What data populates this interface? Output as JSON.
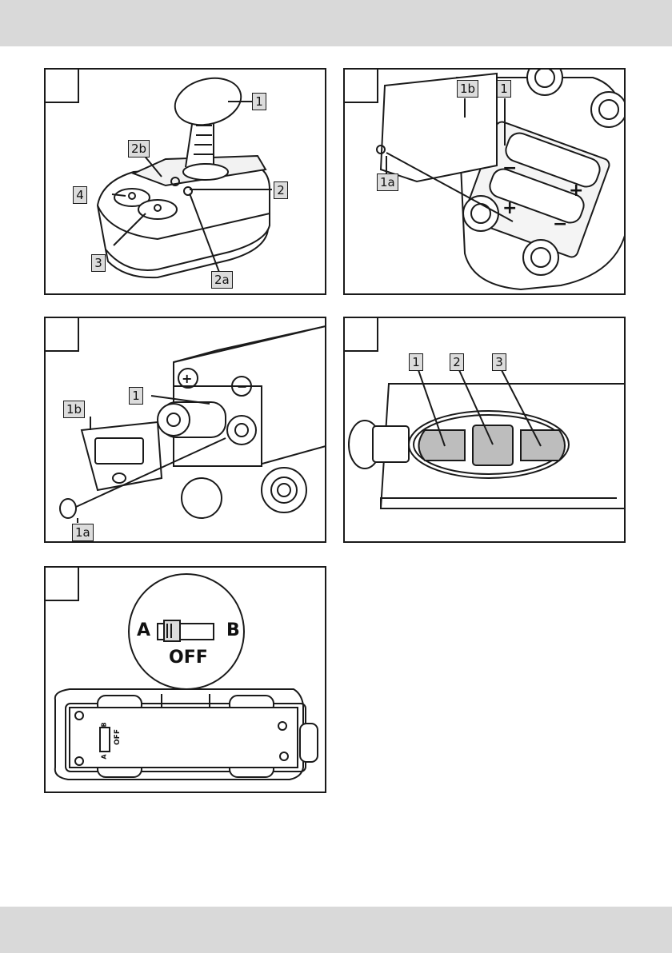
{
  "figures": [
    {
      "id": "fig1",
      "callouts": {
        "c1": "1",
        "c2": "2",
        "c2a": "2a",
        "c2b": "2b",
        "c3": "3",
        "c4": "4"
      }
    },
    {
      "id": "fig2",
      "callouts": {
        "c1": "1",
        "c1a": "1a",
        "c1b": "1b"
      }
    },
    {
      "id": "fig3",
      "callouts": {
        "c1": "1",
        "c1a": "1a",
        "c1b": "1b"
      }
    },
    {
      "id": "fig4",
      "callouts": {
        "c1": "1",
        "c2": "2",
        "c3": "3"
      }
    },
    {
      "id": "fig5",
      "switch": {
        "left": "A",
        "right": "B",
        "center": "OFF"
      },
      "device_text": {
        "off": "OFF",
        "a": "A",
        "b": "B"
      }
    }
  ]
}
